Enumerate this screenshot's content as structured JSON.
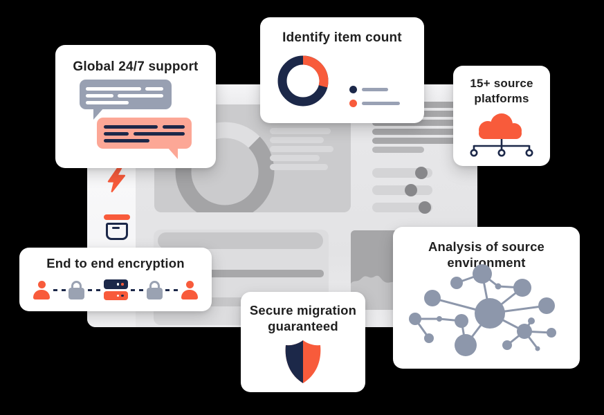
{
  "page": {
    "background": "#000000"
  },
  "colors": {
    "accent_orange": "#F85B3B",
    "navy": "#1C2849",
    "salmon_bubble": "#FCA796",
    "gray_blue_bubble": "#98A0B2",
    "node_gray": "#8D97AB",
    "lock_gray": "#9AA2B2",
    "card_background": "#FFFFFF",
    "title_text": "#1F1F1F",
    "dashboard_gray": "#E6E6E8"
  },
  "cards": {
    "support": {
      "title": "Global 24/7 support"
    },
    "item_count": {
      "title": "Identify item count"
    },
    "platforms": {
      "title": "15+ source platforms"
    },
    "encryption": {
      "title": "End to end encryption"
    },
    "migration": {
      "title": "Secure migration guaranteed"
    },
    "analysis": {
      "title": "Analysis of source environment"
    }
  }
}
